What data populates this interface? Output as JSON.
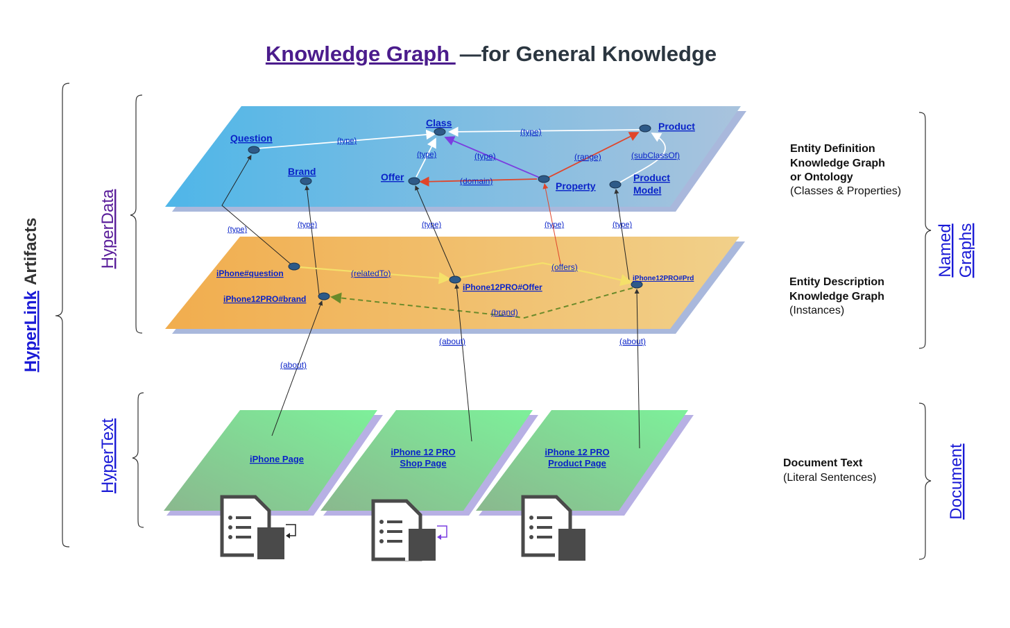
{
  "title": {
    "link": "Knowledge Graph ",
    "rest": "—for General Knowledge"
  },
  "left_labels": {
    "outer_link": "HyperLink",
    "outer_rest": "Artifacts",
    "hyperdata": "HyperData",
    "hypertext": "HyperText"
  },
  "right_labels": {
    "named_line1": "Named",
    "named_line2": "Graphs",
    "document": "Document"
  },
  "layers": {
    "ontology": {
      "description": [
        "Entity Definition",
        "Knowledge Graph",
        "or Ontology"
      ],
      "note": "(Classes & Properties)",
      "nodes": {
        "question": "Question",
        "class": "Class",
        "product": "Product",
        "brand": "Brand",
        "offer": "Offer",
        "property": "Property",
        "product_model_1": "Product",
        "product_model_2": "Model"
      },
      "edges": {
        "q_type": "(type)",
        "prod_type": "(type)",
        "offer_type": "(type)",
        "prop_type": "(type)",
        "range": "(range)",
        "subclass": "(subClassOf)",
        "domain": "(domain)"
      }
    },
    "instances": {
      "description": [
        "Entity Description",
        "Knowledge Graph"
      ],
      "note": "(Instances)",
      "nodes": {
        "question": "iPhone#question",
        "brand": "iPhone12PRO#brand",
        "offer": "iPhone12PRO#Offer",
        "product": "iPhone12PRO#Prd"
      },
      "edges": {
        "related": "(relatedTo)",
        "offers": "(offers)",
        "brand": "(brand)"
      },
      "type_links": [
        "(type)",
        "(type)",
        "(type)",
        "(type)",
        "(type)"
      ]
    },
    "documents": {
      "description": "Document Text",
      "note": "(Literal Sentences)",
      "pages": [
        {
          "line1": "iPhone Page",
          "line2": ""
        },
        {
          "line1": "iPhone 12 PRO",
          "line2": "Shop Page"
        },
        {
          "line1": "iPhone 12 PRO",
          "line2": "Product Page"
        }
      ],
      "about_links": [
        "(about)",
        "(about)",
        "(about)"
      ]
    }
  },
  "colors": {
    "ontology_plane": "#6ec0e6",
    "instance_plane": "#f2b85a",
    "document_plane": "#8ee29a",
    "plane_shadow": "#a9b8dc"
  }
}
